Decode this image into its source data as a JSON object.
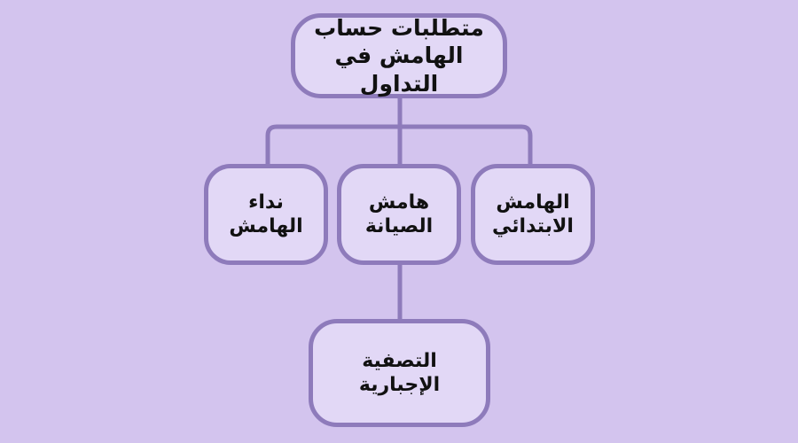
{
  "diagram": {
    "type": "hierarchy",
    "direction": "rtl",
    "colors": {
      "background": "#d3c4ee",
      "node_fill": "#e2d8f6",
      "node_border": "#8e7bbb",
      "connector": "#8e7bbb",
      "text": "#111111"
    },
    "root": {
      "line1": "متطلبات حساب",
      "line2": "الهامش في التداول"
    },
    "children": [
      {
        "line1": "الهامش",
        "line2": "الابتدائي"
      },
      {
        "line1": "هامش",
        "line2": "الصيانة"
      },
      {
        "line1": "نداء",
        "line2": "الهامش"
      }
    ],
    "grandchild": {
      "parent_index": 1,
      "line1": "التصفية",
      "line2": "الإجبارية"
    }
  }
}
